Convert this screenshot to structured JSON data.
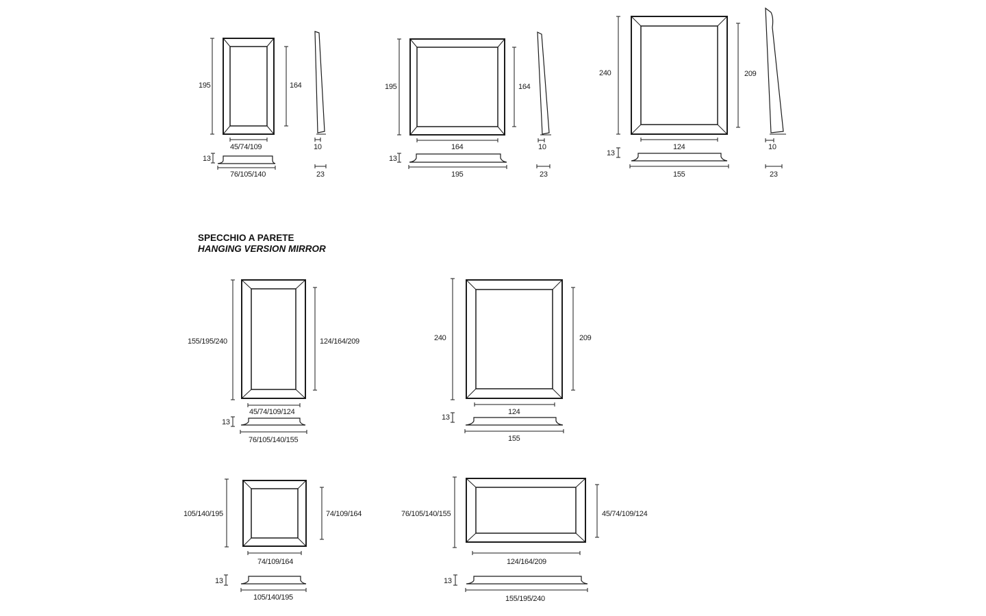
{
  "section": {
    "title": "SPECCHIO A PARETE",
    "subtitle": "HANGING VERSION MIRROR"
  },
  "floor_mirrors": [
    {
      "height": "195",
      "mirror_height": "164",
      "mirror_width": "45/74/109",
      "depth": "13",
      "width": "76/105/140",
      "side_thickness": "10",
      "side_depth": "23"
    },
    {
      "height": "195",
      "mirror_height": "164",
      "mirror_width": "164",
      "depth": "13",
      "width": "195",
      "side_thickness": "10",
      "side_depth": "23"
    },
    {
      "height": "240",
      "mirror_height": "209",
      "mirror_width": "124",
      "depth": "13",
      "width": "155",
      "side_thickness": "10",
      "side_depth": "23"
    }
  ],
  "hanging_mirrors": [
    {
      "height": "155/195/240",
      "mirror_height": "124/164/209",
      "mirror_width": "45/74/109/124",
      "depth": "13",
      "width": "76/105/140/155"
    },
    {
      "height": "240",
      "mirror_height": "209",
      "mirror_width": "124",
      "depth": "13",
      "width": "155"
    },
    {
      "height": "105/140/195",
      "mirror_height": "74/109/164",
      "mirror_width": "74/109/164",
      "depth": "13",
      "width": "105/140/195"
    },
    {
      "height": "76/105/140/155",
      "mirror_height": "45/74/109/124",
      "mirror_width": "124/164/209",
      "depth": "13",
      "width": "155/195/240"
    }
  ]
}
